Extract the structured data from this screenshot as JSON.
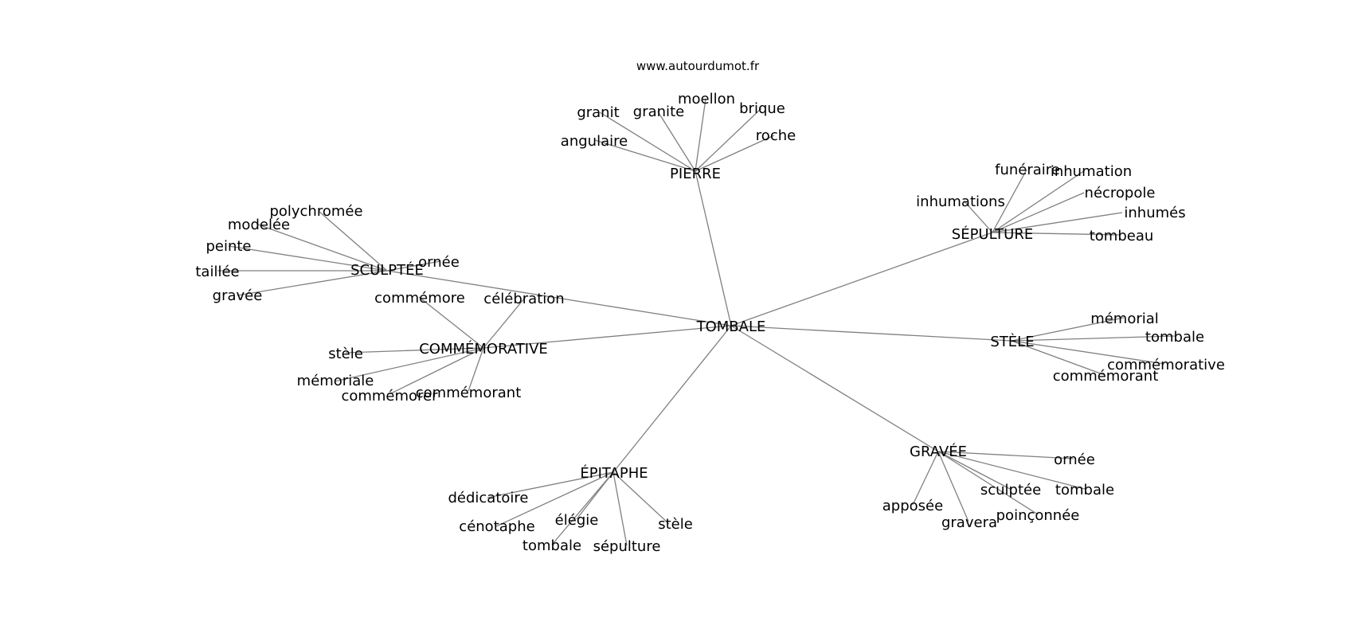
{
  "source_caption": "www.autourdumot.fr",
  "root": "TOMBALE",
  "groups": {
    "pierre": {
      "label": "PIERRE",
      "words": [
        "granit",
        "granite",
        "moellon",
        "brique",
        "roche",
        "angulaire"
      ]
    },
    "sepulture": {
      "label": "SÉPULTURE",
      "words": [
        "funéraire",
        "inhumation",
        "nécropole",
        "inhumés",
        "tombeau",
        "inhumations"
      ]
    },
    "sculptee": {
      "label": "SCULPTÉE",
      "words": [
        "polychromée",
        "modelée",
        "peinte",
        "taillée",
        "gravée",
        "ornée"
      ]
    },
    "commemorative": {
      "label": "COMMÉMORATIVE",
      "words": [
        "commémore",
        "célébration",
        "stèle",
        "mémoriale",
        "commémorer",
        "commémorant"
      ]
    },
    "stele": {
      "label": "STÈLE",
      "words": [
        "mémorial",
        "tombale",
        "commémorative",
        "commémorant"
      ]
    },
    "epitaphe": {
      "label": "ÉPITAPHE",
      "words": [
        "dédicatoire",
        "cénotaphe",
        "élégie",
        "stèle",
        "tombale",
        "sépulture"
      ]
    },
    "gravee": {
      "label": "GRAVÉE",
      "words": [
        "ornée",
        "tombale",
        "sculptée",
        "apposée",
        "gravera",
        "poinçonnée"
      ]
    }
  }
}
